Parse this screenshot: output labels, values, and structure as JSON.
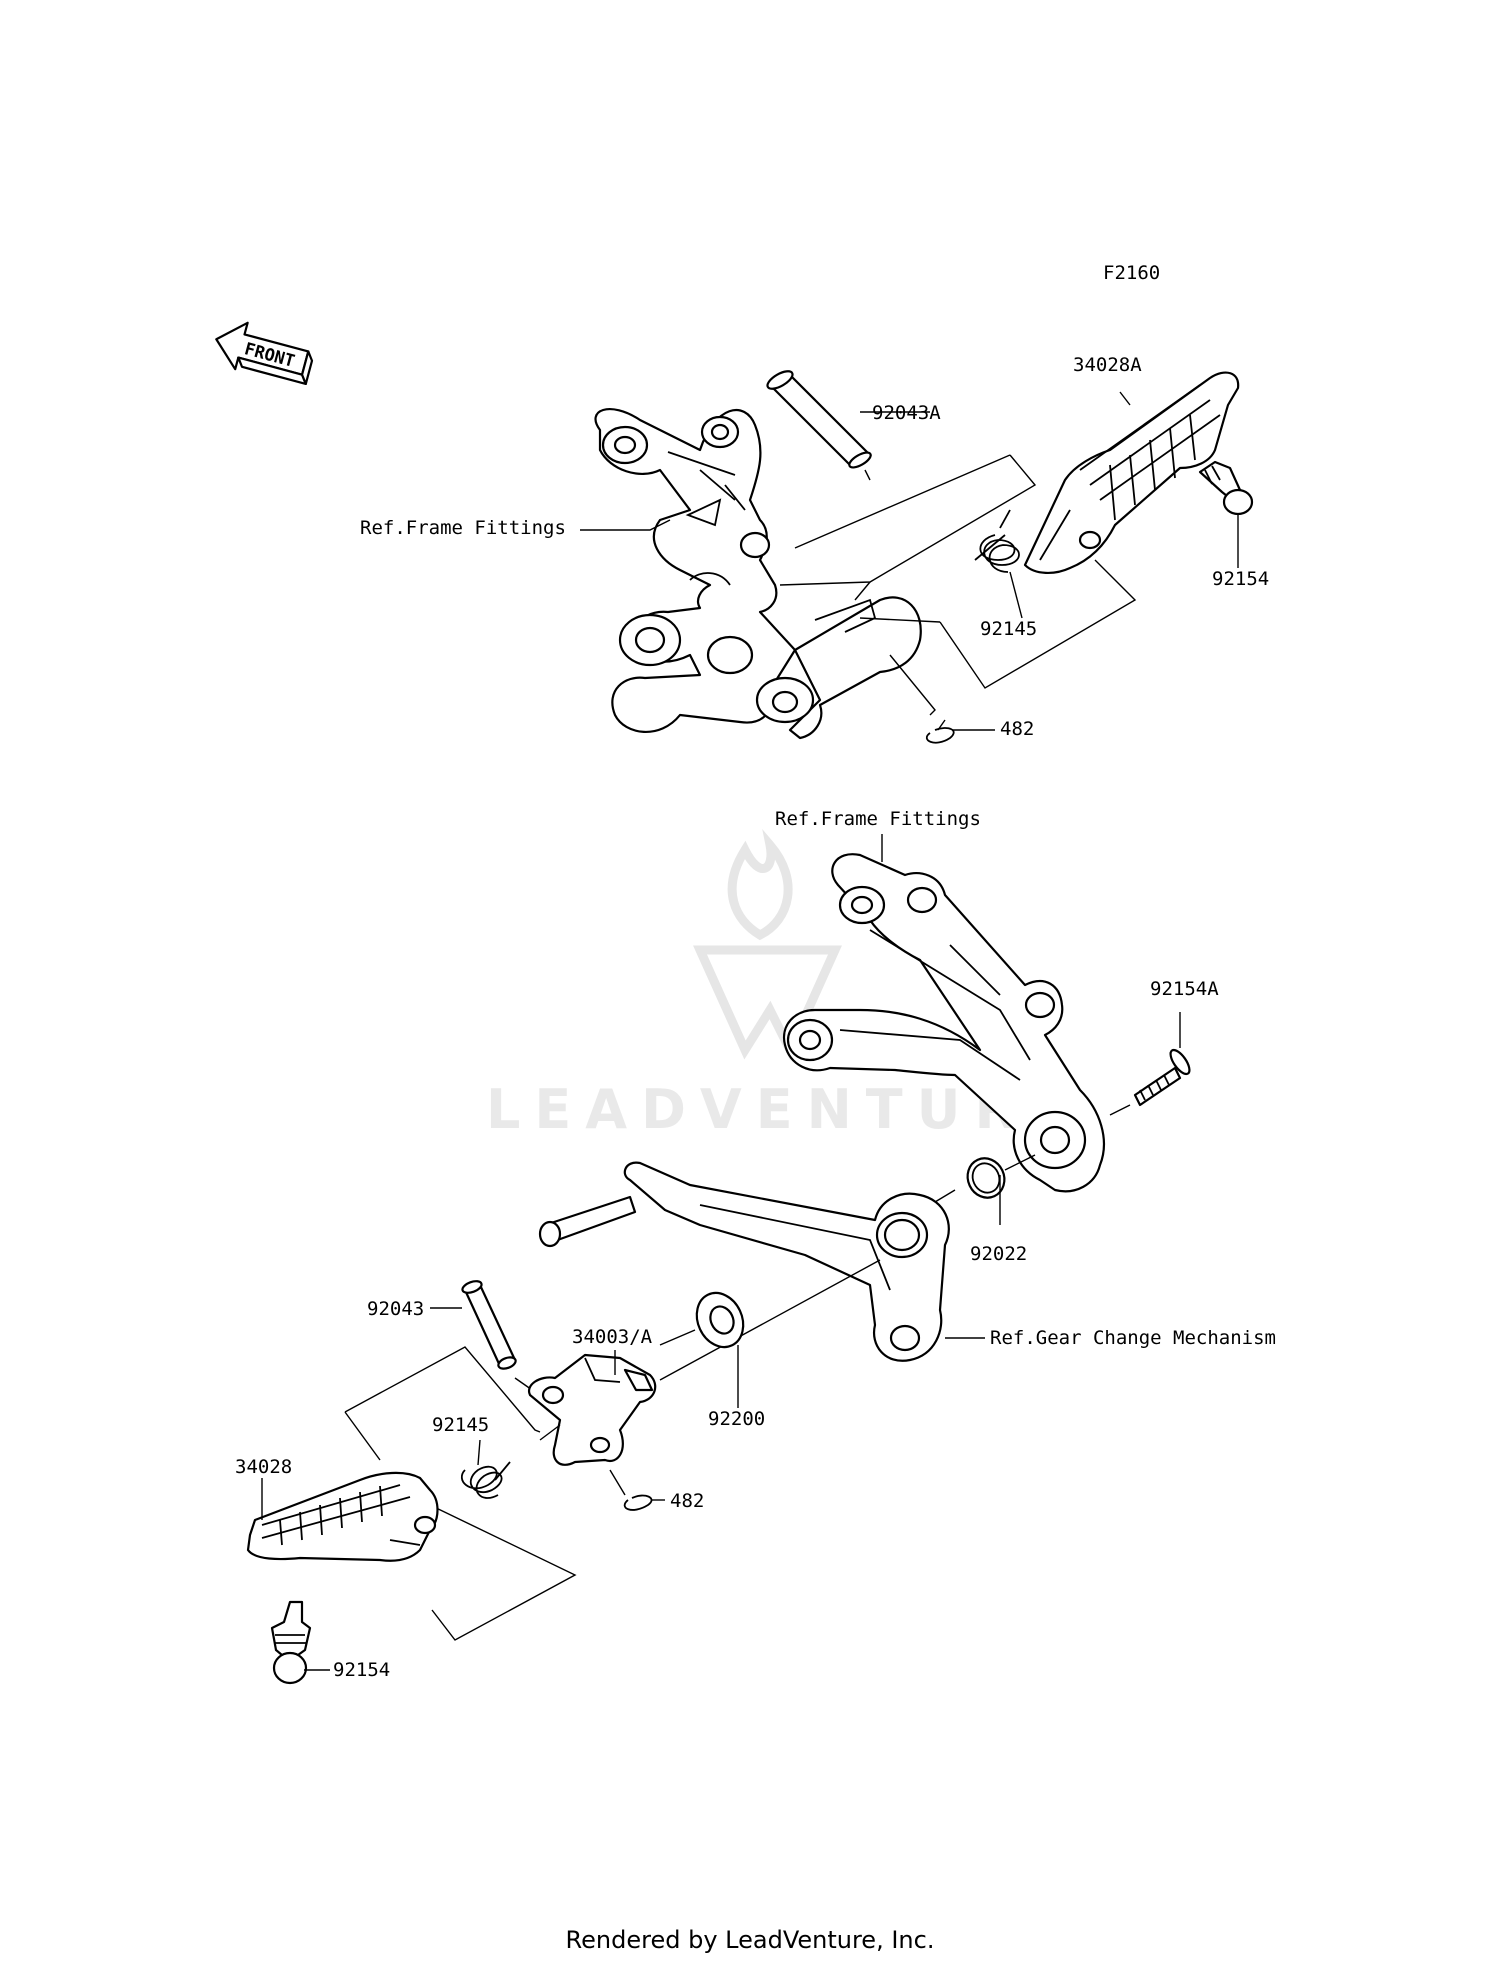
{
  "diagram_code": "F2160",
  "front_label": "FRONT",
  "watermark": "LEADVENTURE",
  "footer": "Rendered by LeadVenture, Inc.",
  "callouts": {
    "c_34028A": "34028A",
    "c_92043A": "92043A",
    "c_ref_frame_top": "Ref.Frame Fittings",
    "c_92145_top": "92145",
    "c_92154_top": "92154",
    "c_482_top": "482",
    "c_ref_frame_mid": "Ref.Frame Fittings",
    "c_92154A": "92154A",
    "c_92022": "92022",
    "c_92043": "92043",
    "c_34003A": "34003/A",
    "c_ref_gear": "Ref.Gear Change Mechanism",
    "c_92200": "92200",
    "c_92145_bot": "92145",
    "c_34028": "34028",
    "c_482_bot": "482",
    "c_92154_bot": "92154"
  },
  "colors": {
    "ink": "#000000",
    "background": "#ffffff",
    "watermark": "#e9e9e9"
  }
}
